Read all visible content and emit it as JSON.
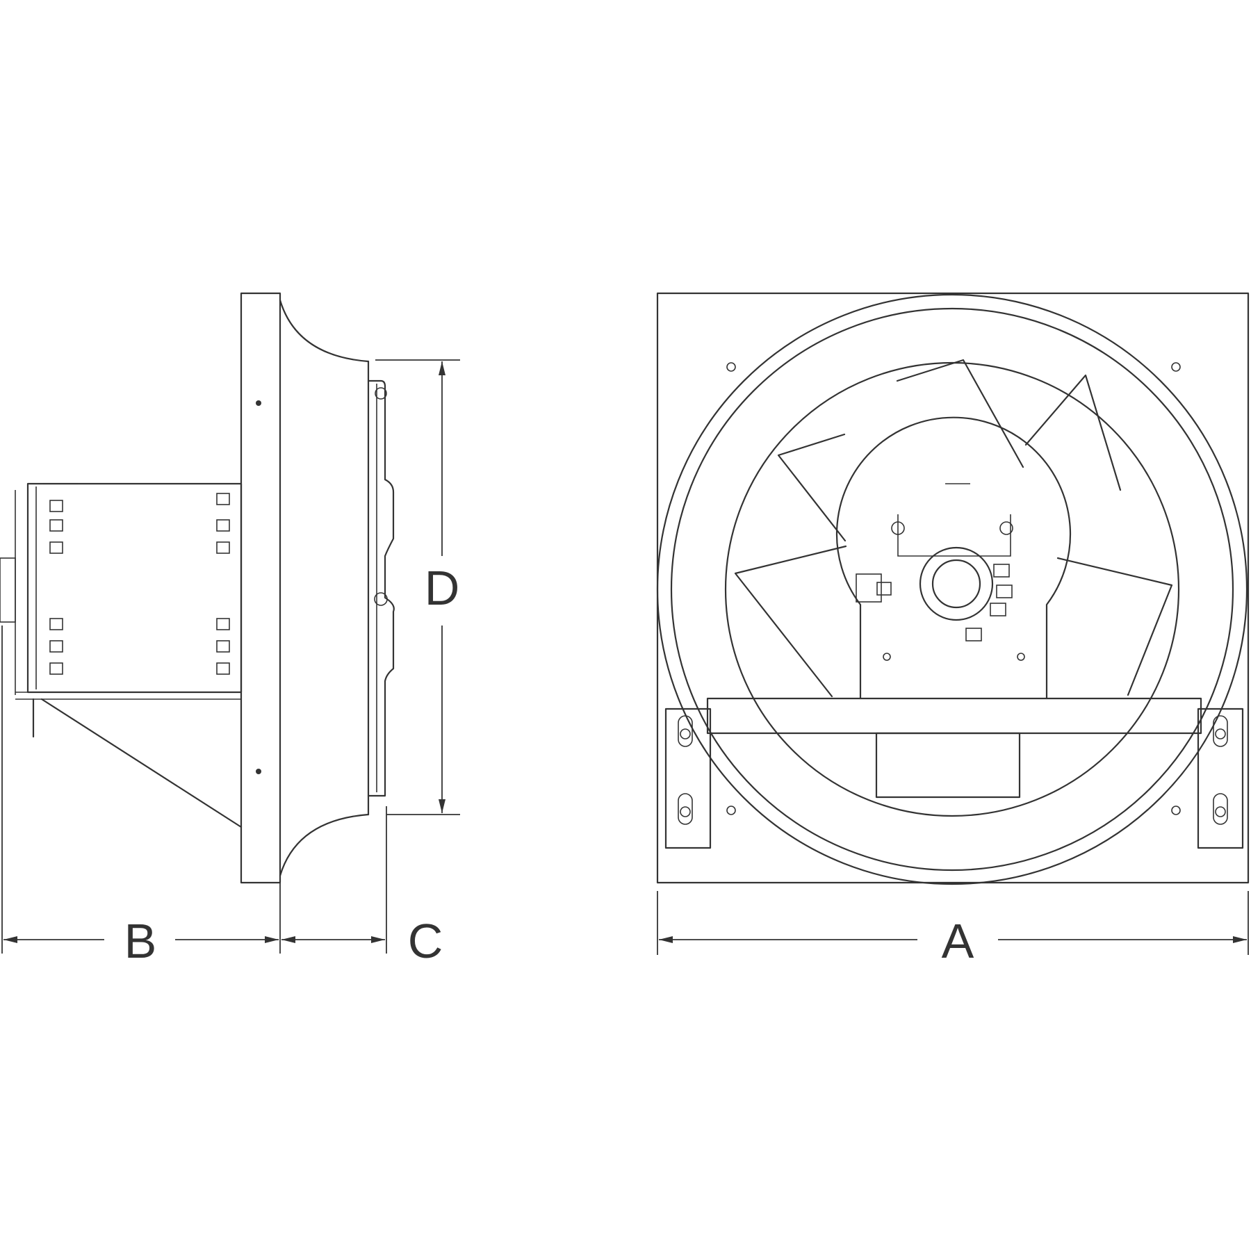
{
  "dimensions": {
    "A": "A",
    "B": "B",
    "C": "C",
    "D": "D"
  },
  "colors": {
    "line": "#333333",
    "background": "#ffffff"
  }
}
